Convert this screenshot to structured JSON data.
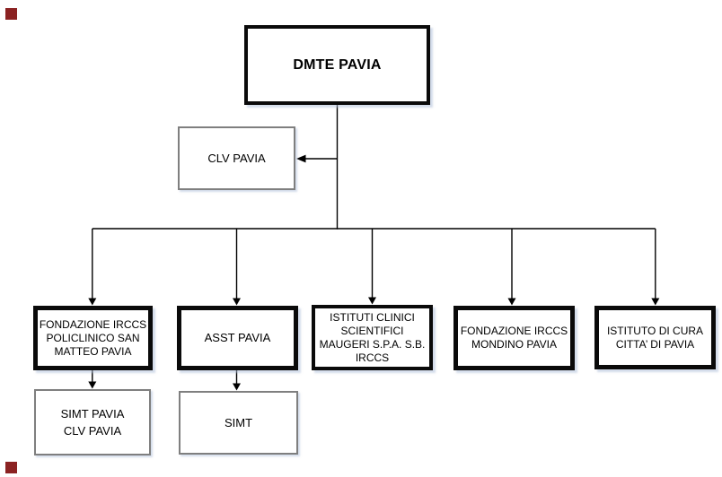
{
  "nodes": {
    "dmte": {
      "label": "DMTE PAVIA"
    },
    "clv": {
      "label": "CLV PAVIA"
    },
    "san_matteo": {
      "label": "FONDAZIONE IRCCS\nPOLICLINICO SAN\nMATTEO PAVIA"
    },
    "asst": {
      "label": "ASST PAVIA"
    },
    "maugeri": {
      "label": "ISTITUTI CLINICI\nSCIENTIFICI\nMAUGERI S.P.A. S.B.\nIRCCS"
    },
    "mondino": {
      "label": "FONDAZIONE IRCCS\nMONDINO PAVIA"
    },
    "istituto_di_cura": {
      "label": "ISTITUTO DI CURA\nCITTA’ DI PAVIA"
    },
    "simt_pavia_clv": {
      "label": "SIMT PAVIA\nCLV PAVIA"
    },
    "simt": {
      "label": "SIMT"
    }
  },
  "colors": {
    "background": "#ffffff",
    "strong_border": "#0a0a0a",
    "light_border": "#7f7f7f",
    "connector": "#000000",
    "marker_red": "#8b2222"
  }
}
